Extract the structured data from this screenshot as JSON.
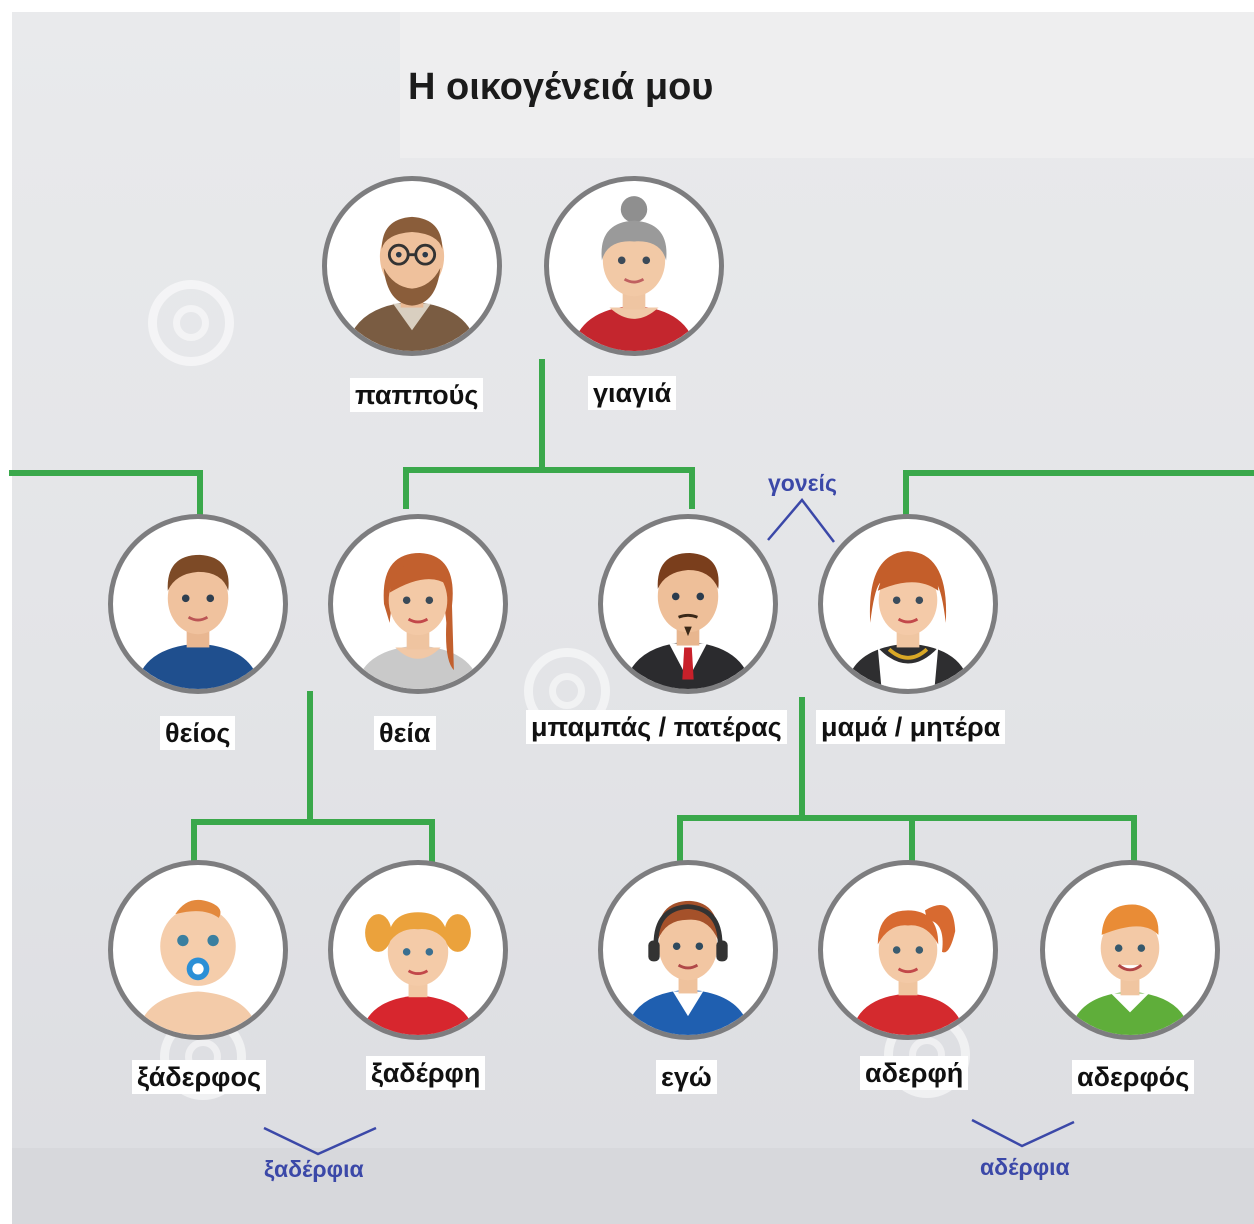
{
  "title": "Η οικογένειά μου",
  "members": {
    "grandfather": "παππούς",
    "grandmother": "γιαγιά",
    "uncle": "θείος",
    "aunt": "θεία",
    "father": "μπαμπάς / πατέρας",
    "mother": "μαμά / μητέρα",
    "cousin_male": "ξάδερφος",
    "cousin_female": "ξαδέρφη",
    "me": "εγώ",
    "sister": "αδερφή",
    "brother": "αδερφός"
  },
  "groups": {
    "parents": "γονείς",
    "cousins": "ξαδέρφια",
    "siblings": "αδέρφια"
  },
  "colors": {
    "tree_line": "#3aa84b",
    "bracket": "#3b48a8",
    "avatar_border": "#7d7d7f"
  }
}
